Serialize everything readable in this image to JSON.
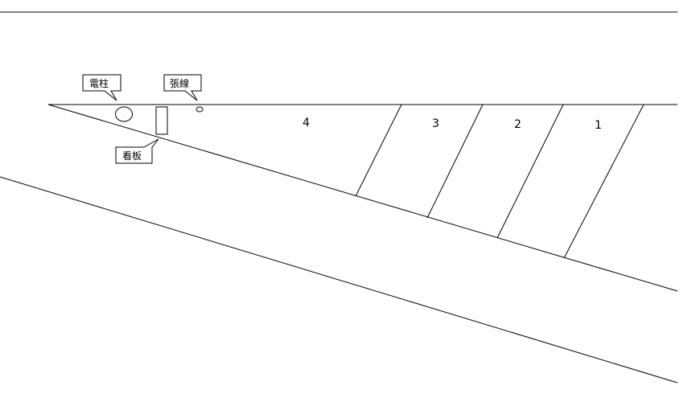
{
  "diagram": {
    "labels": {
      "pole": "電柱",
      "guy_wire": "張線",
      "signboard": "看板"
    },
    "slots": [
      "4",
      "3",
      "2",
      "1"
    ]
  }
}
